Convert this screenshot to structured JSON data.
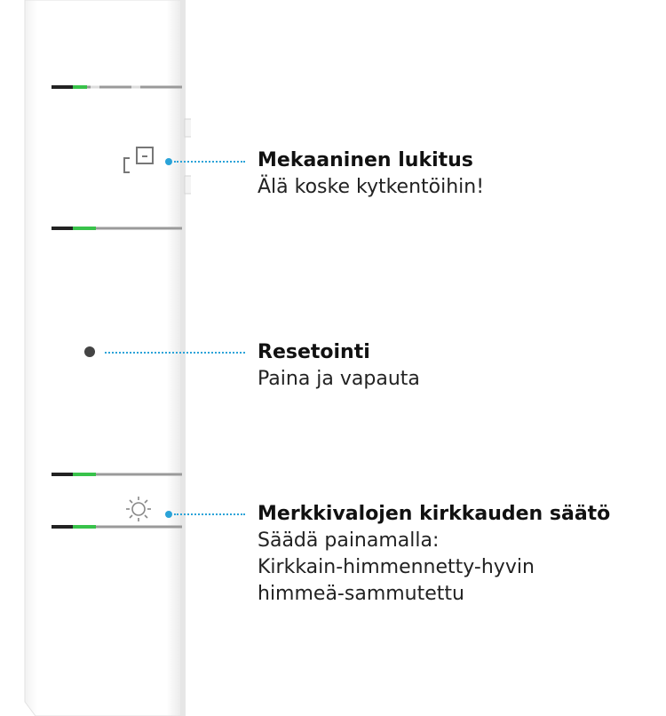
{
  "callouts": {
    "lock": {
      "title": "Mekaaninen lukitus",
      "desc": [
        "Älä koske kytkentöihin!"
      ]
    },
    "reset": {
      "title": "Resetointi",
      "desc": [
        "Paina ja vapauta"
      ]
    },
    "brightness": {
      "title": "Merkkivalojen kirkkauden säätö",
      "desc": [
        "Säädä painamalla:",
        "Kirkkain-himmennetty-hyvin",
        "himmeä-sammutettu"
      ]
    }
  },
  "colors": {
    "led_green": "#38c24a",
    "leader_blue": "#2aa3d8"
  },
  "icons": [
    "lock-icon",
    "reset-hole",
    "sun-icon"
  ]
}
